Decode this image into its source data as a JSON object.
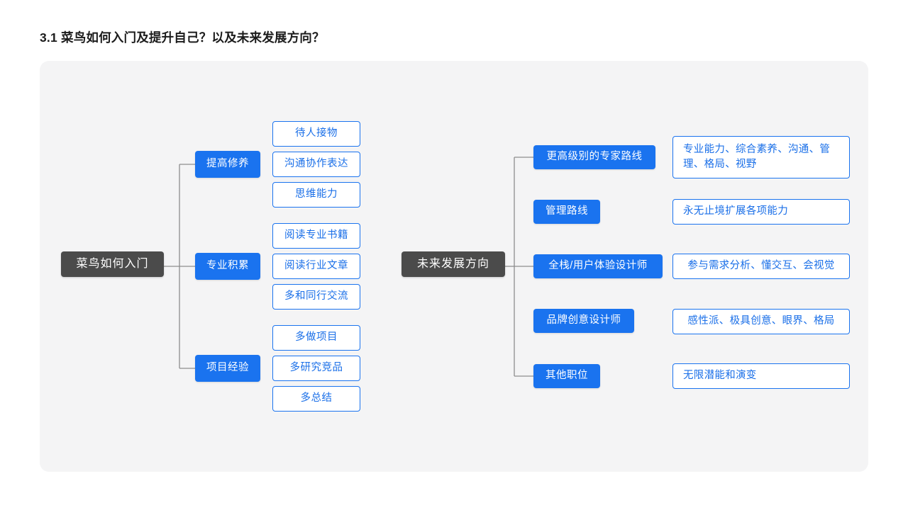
{
  "page": {
    "title": "3.1 菜鸟如何入门及提升自己？以及未来发展方向？",
    "background": "#ffffff",
    "canvas_color": "#f4f4f5"
  },
  "colors": {
    "root_fill": "#4b4b4b",
    "root_text": "#ffffff",
    "branch_fill": "#1a73ef",
    "branch_text": "#ffffff",
    "leaf_border": "#1a73ef",
    "leaf_text": "#1a6fe8",
    "connector": "#8d8d8d"
  },
  "trees": [
    {
      "id": "beginner",
      "root": "菜鸟如何入门",
      "branches": [
        {
          "label": "提高修养",
          "leaves": [
            "待人接物",
            "沟通协作表达",
            "思维能力"
          ]
        },
        {
          "label": "专业积累",
          "leaves": [
            "阅读专业书籍",
            "阅读行业文章",
            "多和同行交流"
          ]
        },
        {
          "label": "项目经验",
          "leaves": [
            "多做项目",
            "多研究竞品",
            "多总结"
          ]
        }
      ]
    },
    {
      "id": "future",
      "root": "未来发展方向",
      "branches": [
        {
          "label": "更高级别的专家路线",
          "detail": "专业能力、综合素养、沟通、管理、格局、视野"
        },
        {
          "label": "管理路线",
          "detail": "永无止境扩展各项能力"
        },
        {
          "label": "全栈/用户体验设计师",
          "detail": "参与需求分析、懂交互、会视觉"
        },
        {
          "label": "品牌创意设计师",
          "detail": "感性派、极具创意、眼界、格局"
        },
        {
          "label": "其他职位",
          "detail": "无限潜能和演变"
        }
      ]
    }
  ]
}
